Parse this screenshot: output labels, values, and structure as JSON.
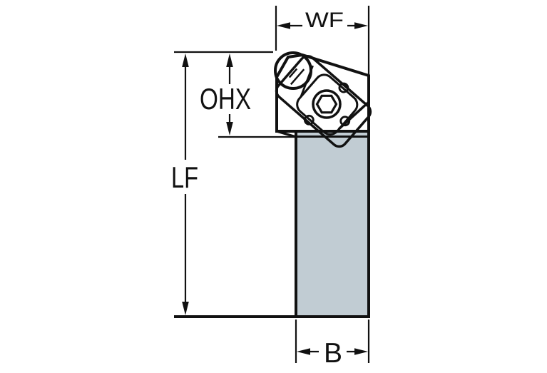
{
  "figure": {
    "description": "Tool holder dimensional drawing with round insert, clamp and hex socket screw",
    "labels": {
      "wf": "WF",
      "ohx": "OHX",
      "lf": "LF",
      "b": "B"
    },
    "colors": {
      "insert": "#f3c600",
      "tool_body": "#c1ccd3",
      "outline": "#111111",
      "background": "#ffffff"
    }
  }
}
